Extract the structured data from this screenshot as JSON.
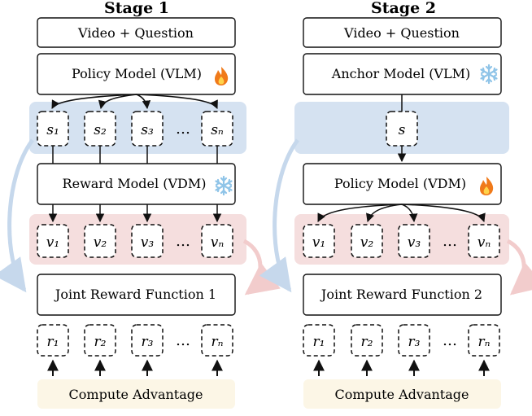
{
  "stage1": {
    "title": "Stage 1",
    "input_label": "Video + Question",
    "model_label": "Policy Model (VLM)",
    "model_icon": "fire-icon",
    "sample_labels": [
      "s₁",
      "s₂",
      "s₃",
      "sₙ"
    ],
    "reward_model_label": "Reward Model (VDM)",
    "reward_model_icon": "snowflake-icon",
    "video_labels": [
      "v₁",
      "v₂",
      "v₃",
      "vₙ"
    ],
    "joint_reward_label": "Joint Reward Function 1",
    "reward_labels": [
      "r₁",
      "r₂",
      "r₃",
      "rₙ"
    ],
    "advantage_label": "Compute Advantage"
  },
  "stage2": {
    "title": "Stage 2",
    "input_label": "Video + Question",
    "model_label": "Anchor Model (VLM)",
    "model_icon": "snowflake-icon",
    "sample_label": "s",
    "policy_model_label": "Policy Model (VDM)",
    "policy_model_icon": "fire-icon",
    "video_labels": [
      "v₁",
      "v₂",
      "v₃",
      "vₙ"
    ],
    "joint_reward_label": "Joint Reward Function 2",
    "reward_labels": [
      "r₁",
      "r₂",
      "r₃",
      "rₙ"
    ],
    "advantage_label": "Compute Advantage"
  },
  "ellipsis": "…",
  "colors": {
    "sample_band": "#d5e2f1",
    "video_band": "#f5dede",
    "advantage_box": "#fcf6e6",
    "stroke": "#111111",
    "flame": "#f07a1a",
    "snowflake": "#8fc4e8"
  }
}
